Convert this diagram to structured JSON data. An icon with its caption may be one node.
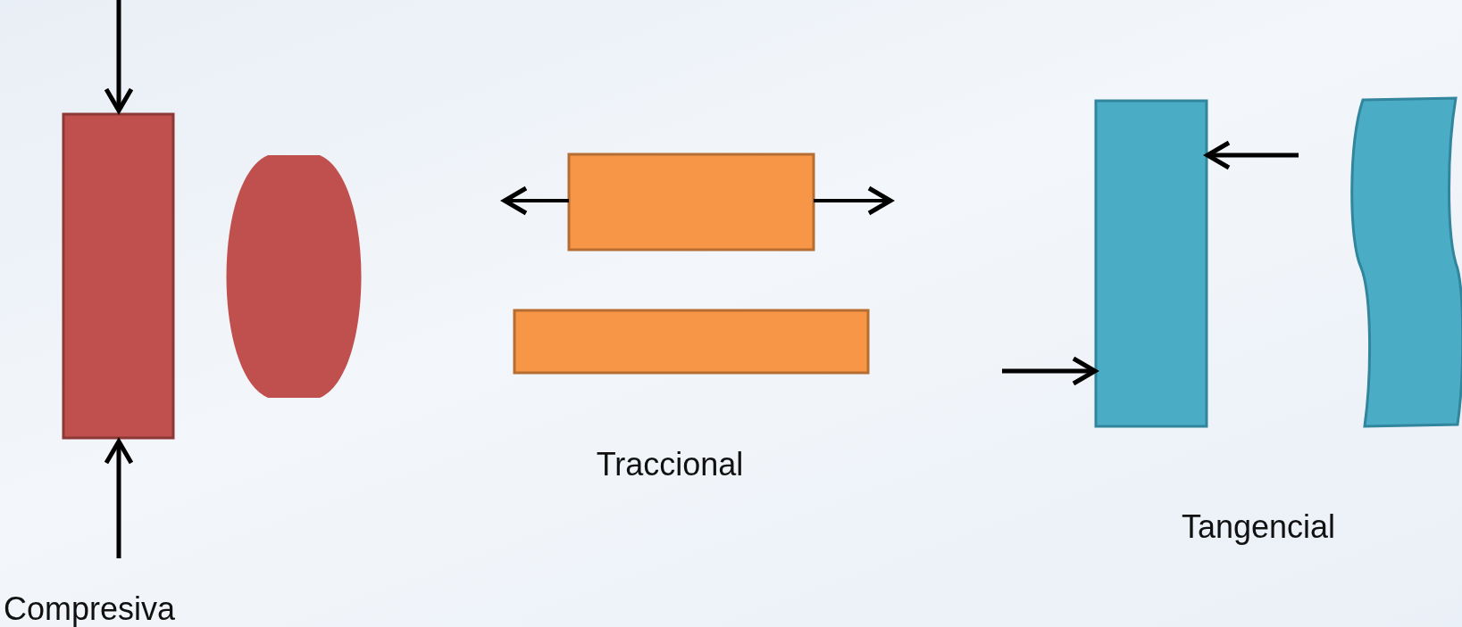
{
  "diagram": {
    "nodes": [
      {
        "text": [],
        "shape": "box"
      },
      {
        "text": [],
        "shape": "barrel"
      },
      {
        "text": [],
        "shape": "box"
      },
      {
        "text": [],
        "shape": "box"
      },
      {
        "text": [],
        "shape": "box"
      },
      {
        "text": [],
        "shape": "curve"
      }
    ],
    "labels": [
      "Compresiva",
      "Traccional",
      "Tangencial"
    ]
  }
}
